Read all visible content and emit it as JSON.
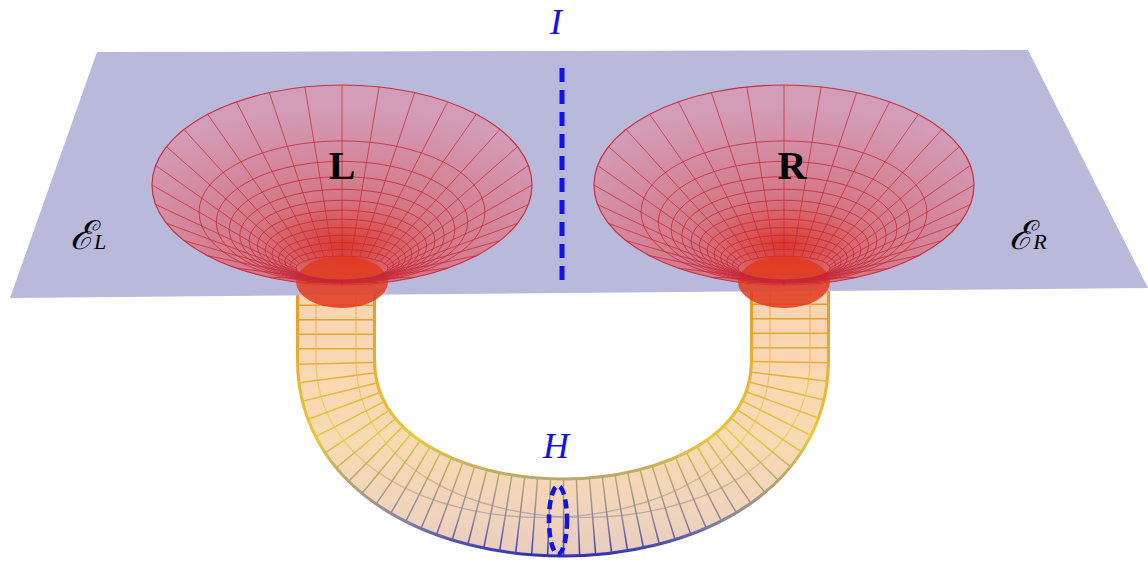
{
  "diagram": {
    "labels": [
      "I",
      "L",
      "R",
      "ℰL",
      "ℰR",
      "H"
    ]
  }
}
